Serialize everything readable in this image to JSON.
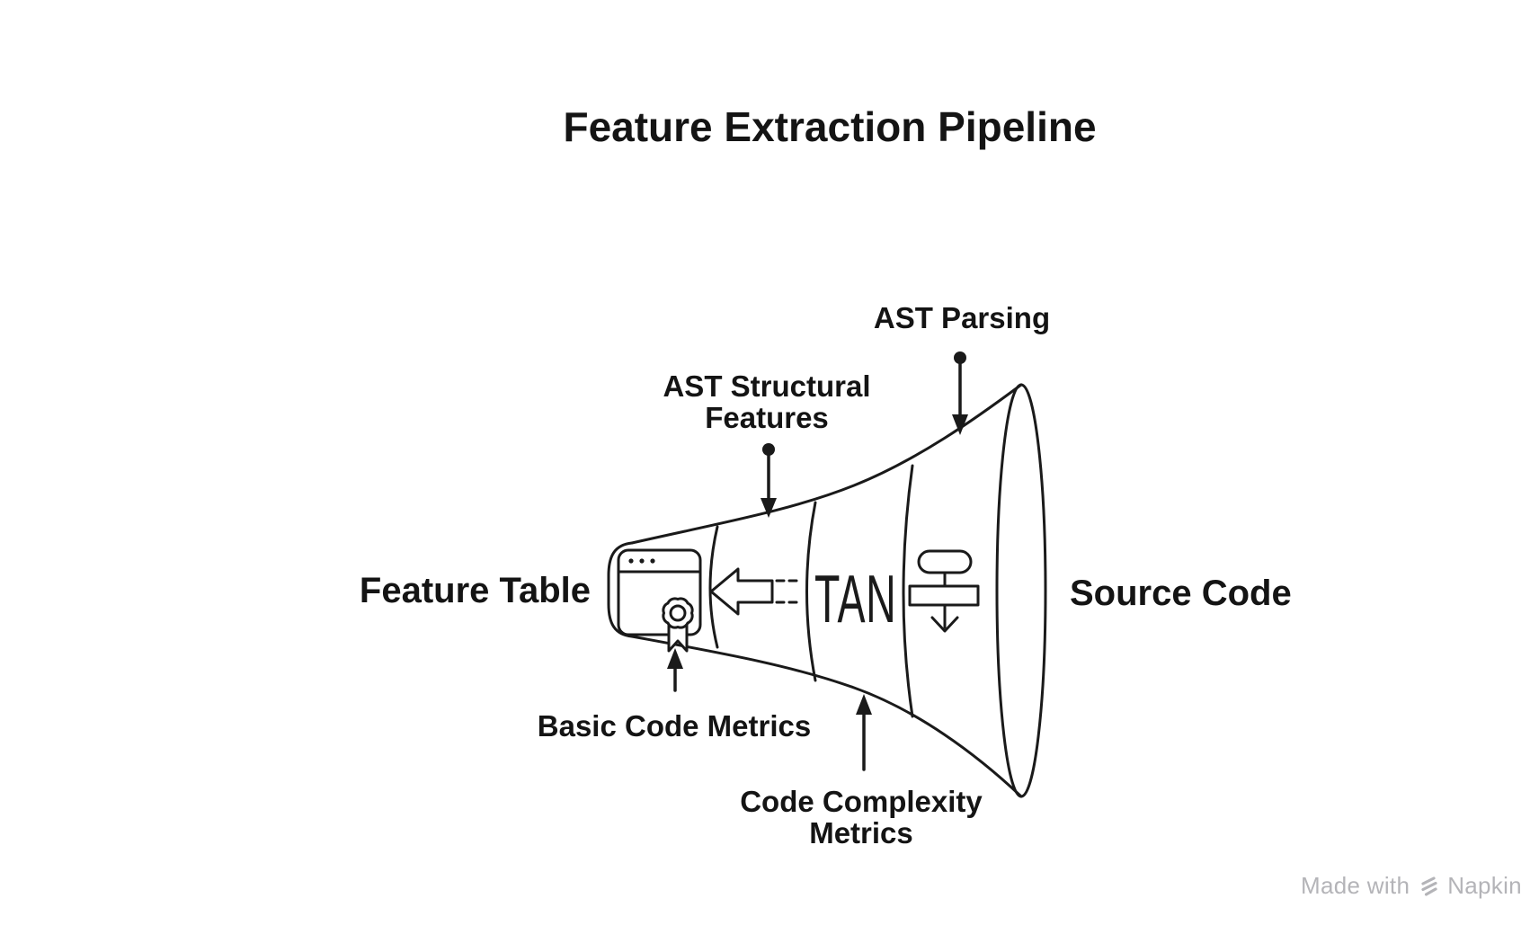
{
  "page": {
    "background": "#ffffff",
    "ink_color": "#1a1a1a",
    "watermark_color": "#b4b4b8"
  },
  "title": "Feature Extraction Pipeline",
  "funnel": {
    "inner_text": "TAN",
    "stage_labels": {
      "ast_parsing": "AST Parsing",
      "ast_structural_line1": "AST Structural",
      "ast_structural_line2": "Features",
      "basic_code_metrics": "Basic Code Metrics",
      "code_complexity_line1": "Code Complexity",
      "code_complexity_line2": "Metrics"
    },
    "endpoints": {
      "output": "Feature Table",
      "input": "Source Code"
    },
    "icons": {
      "left_segment": "browser-window-certificate-icon",
      "middle_segment": "arrow-left-icon",
      "right_segment": "flowchart-process-icon"
    }
  },
  "watermark": {
    "prefix": "Made with",
    "brand": "Napkin"
  }
}
